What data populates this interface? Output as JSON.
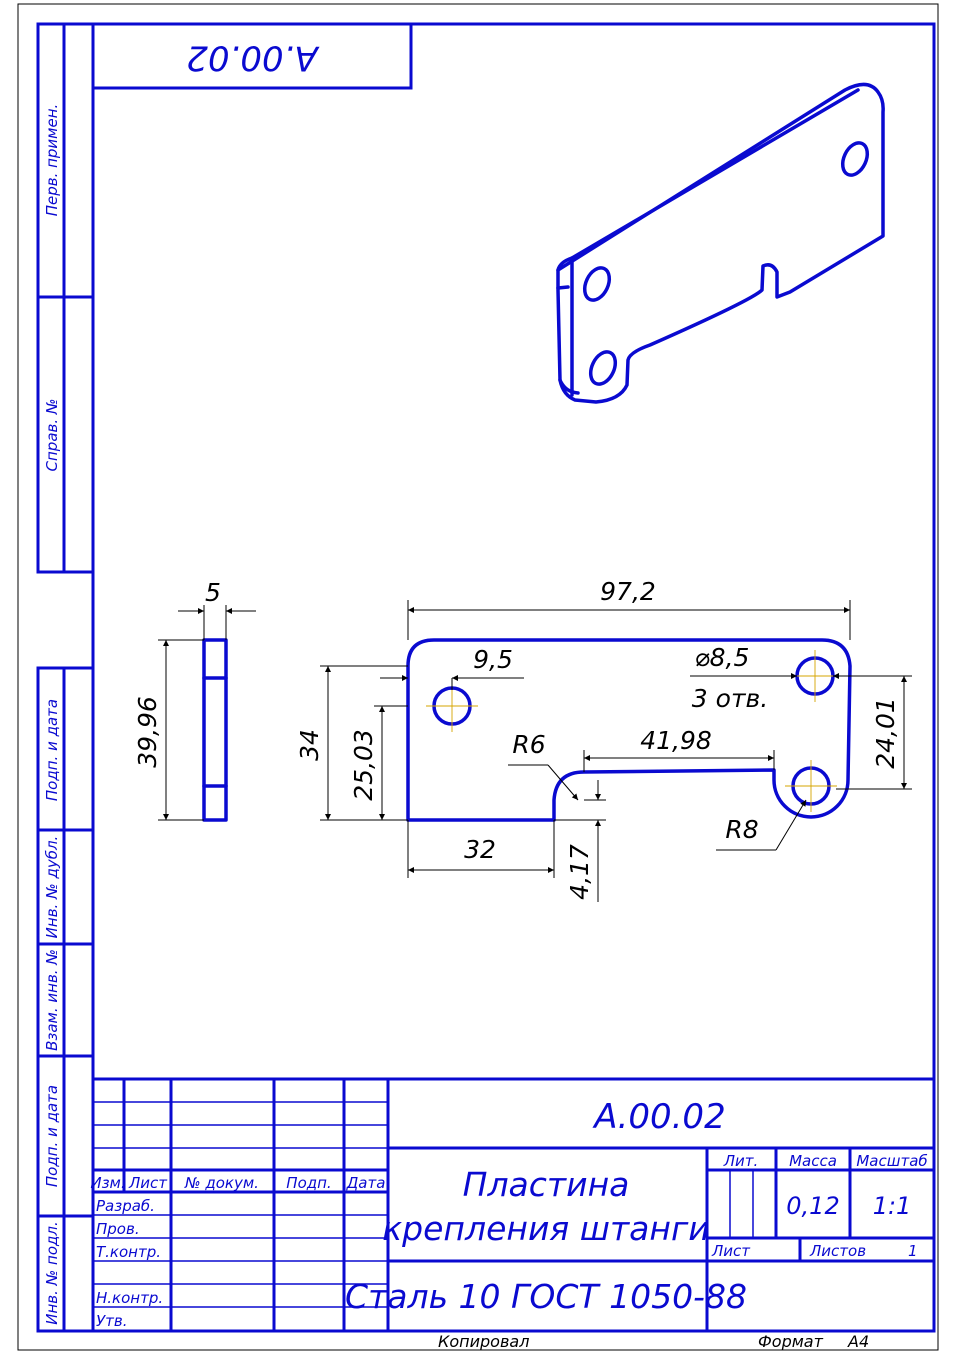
{
  "doc": {
    "designation": "А.00.02",
    "designation_rotated": "А.00.02",
    "name_line1": "Пластина",
    "name_line2": "крепления штанги",
    "material": "Сталь 10  ГОСТ 1050-88",
    "mass": "0,12",
    "scale": "1:1",
    "sheets": "1",
    "copied_label": "Копировал",
    "format_label": "Формат",
    "format": "А4"
  },
  "title_block": {
    "lit": "Лит.",
    "massa": "Масса",
    "masshtab": "Масштаб",
    "list": "Лист",
    "listov": "Листов",
    "izm": "Изм.",
    "list_col": "Лист",
    "doc_no": "№ докум.",
    "podp": "Подп.",
    "data": "Дата",
    "razrab": "Разраб.",
    "prov": "Пров.",
    "tkontr": "Т.контр.",
    "nkontr": "Н.контр.",
    "utv": "Утв."
  },
  "side_labels": {
    "perv_primen": "Перв. примен.",
    "sprav_no": "Справ. №",
    "podp_data_1": "Подп. и дата",
    "inv_dubl": "Инв. № дубл.",
    "vzam_inv": "Взам. инв. №",
    "podp_data_2": "Подп. и дата",
    "inv_podl": "Инв. № подл."
  },
  "dimensions": {
    "thickness": "5",
    "height_side": "39,96",
    "overall_length": "97,2",
    "hole_offset": "9,5",
    "hole_dia": "⌀8,5",
    "hole_count": "3 отв.",
    "height_34": "34",
    "height_2503": "25,03",
    "radius_r6": "R6",
    "slot_length": "41,98",
    "right_height": "24,01",
    "radius_r8": "R8",
    "bottom_32": "32",
    "step_417": "4,17"
  }
}
